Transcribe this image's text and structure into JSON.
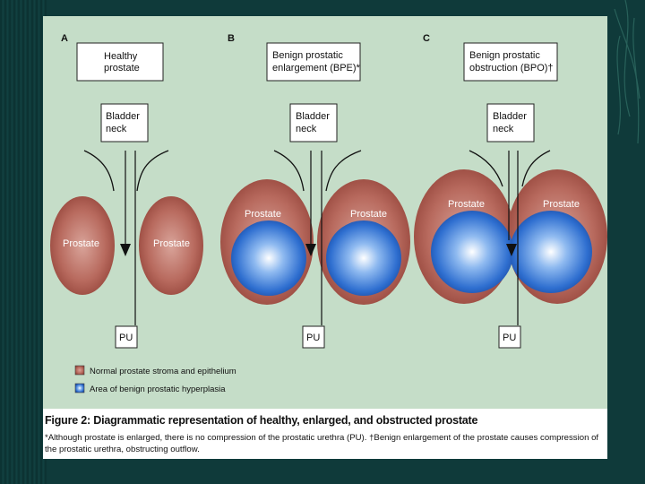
{
  "panels": [
    {
      "letter": "A",
      "title_lines": [
        "Healthy",
        "prostate"
      ],
      "neck_lines": [
        "Bladder",
        "neck"
      ],
      "prostate_label": "Prostate",
      "urethra_label": "PU"
    },
    {
      "letter": "B",
      "title_lines": [
        "Benign prostatic",
        "enlargement (BPE)*"
      ],
      "neck_lines": [
        "Bladder",
        "neck"
      ],
      "prostate_label": "Prostate",
      "urethra_label": "PU"
    },
    {
      "letter": "C",
      "title_lines": [
        "Benign prostatic",
        "obstruction (BPO)†"
      ],
      "neck_lines": [
        "Bladder",
        "neck"
      ],
      "prostate_label": "Prostate",
      "urethra_label": "PU"
    }
  ],
  "legend": [
    {
      "label": "Normal prostate stroma and epithelium",
      "color": "#b5675c"
    },
    {
      "label": "Area of benign prostatic hyperplasia",
      "color": "#3f7fd6"
    }
  ],
  "caption": {
    "title": "Figure 2: Diagrammatic representation of healthy, enlarged, and obstructed prostate",
    "note": "*Although prostate is enlarged, there is no compression of the prostatic urethra (PU). †Benign enlargement of the prostate causes compression of the prostatic urethra, obstructing outflow."
  },
  "colors": {
    "background": "#0f3a3a",
    "panel": "#c5ddc8",
    "prostate": "#b5675c",
    "hyperplasia": "#3f7fd6"
  }
}
